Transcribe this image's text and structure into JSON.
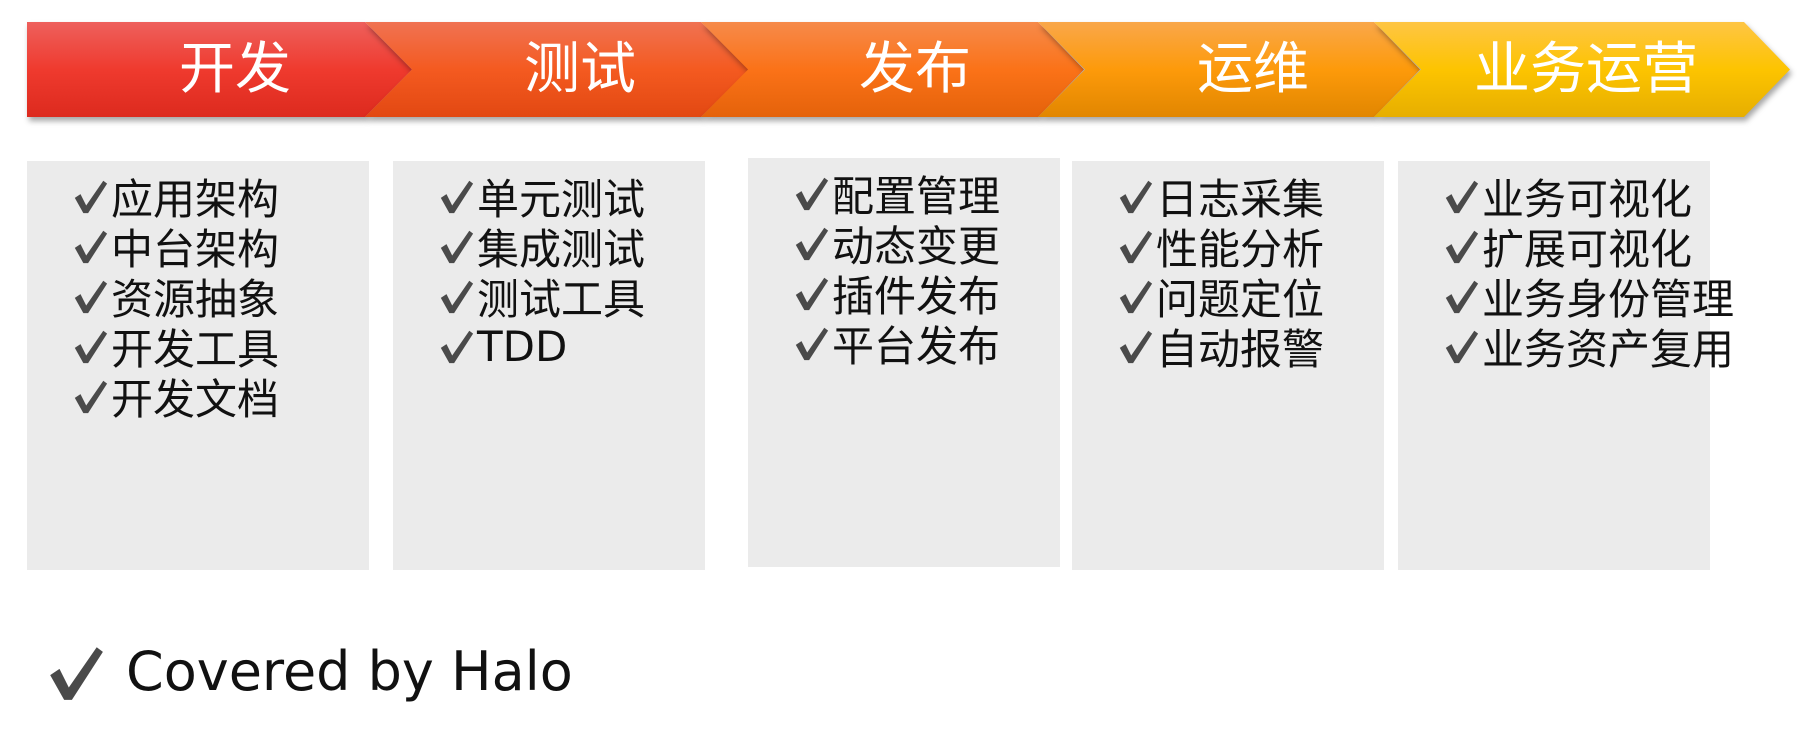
{
  "stages": [
    {
      "label": "开发",
      "color_top": "#ee605c",
      "color_mid": "#ef3a2e",
      "color_bottom": "#dc2a1e",
      "items": [
        "应用架构",
        "中台架构",
        "资源抽象",
        "开发工具",
        "开发文档"
      ]
    },
    {
      "label": "测试",
      "color_top": "#f07252",
      "color_mid": "#f45a20",
      "color_bottom": "#e24812",
      "items": [
        "单元测试",
        "集成测试",
        "测试工具",
        "TDD"
      ]
    },
    {
      "label": "发布",
      "color_top": "#f68a4a",
      "color_mid": "#fb7218",
      "color_bottom": "#e4620a",
      "items": [
        "配置管理",
        "动态变更",
        "插件发布",
        "平台发布"
      ]
    },
    {
      "label": "运维",
      "color_top": "#f9a74a",
      "color_mid": "#fd9a0a",
      "color_bottom": "#e18600",
      "items": [
        "日志采集",
        "性能分析",
        "问题定位",
        "自动报警"
      ]
    },
    {
      "label": "业务运营",
      "color_top": "#fec544",
      "color_mid": "#fdc400",
      "color_bottom": "#e6ae00",
      "items": [
        "业务可视化",
        "扩展可视化",
        "业务身份管理",
        "业务资产复用"
      ]
    }
  ],
  "legend": {
    "label": "Covered by Halo",
    "icon": "check-icon",
    "check_color": "#4a4a4a"
  }
}
